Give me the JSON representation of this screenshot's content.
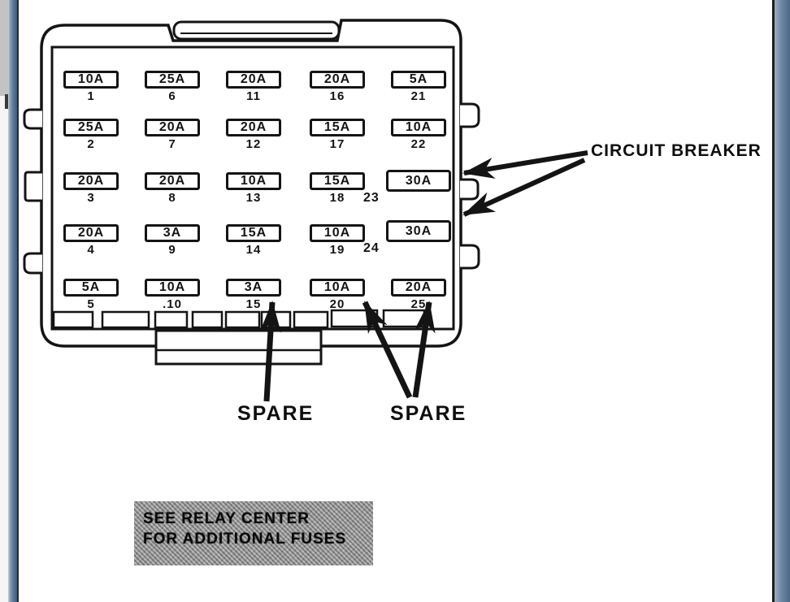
{
  "document": {
    "type": "fuse-box-diagram",
    "colors": {
      "ink": "#141414",
      "scrollbar_blue": "#5e7a99",
      "note_background": "#9a9a9a",
      "gutter_gray": "#c3c3c3"
    }
  },
  "diagram": {
    "labels": {
      "circuit_breaker": "CIRCUIT BREAKER",
      "spare_left": "SPARE",
      "spare_right": "SPARE"
    },
    "note": {
      "line1": "SEE RELAY CENTER",
      "line2": "FOR ADDITIONAL FUSES"
    },
    "fuses": [
      {
        "num": "1",
        "amp": "10A",
        "col": 0,
        "row": 0
      },
      {
        "num": "2",
        "amp": "25A",
        "col": 0,
        "row": 1
      },
      {
        "num": "3",
        "amp": "20A",
        "col": 0,
        "row": 2
      },
      {
        "num": "4",
        "amp": "20A",
        "col": 0,
        "row": 3
      },
      {
        "num": "5",
        "amp": "5A",
        "col": 0,
        "row": 4
      },
      {
        "num": "6",
        "amp": "25A",
        "col": 1,
        "row": 0
      },
      {
        "num": "7",
        "amp": "20A",
        "col": 1,
        "row": 1
      },
      {
        "num": "8",
        "amp": "20A",
        "col": 1,
        "row": 2
      },
      {
        "num": "9",
        "amp": "3A",
        "col": 1,
        "row": 3
      },
      {
        "num": ".10",
        "amp": "10A",
        "col": 1,
        "row": 4
      },
      {
        "num": "11",
        "amp": "20A",
        "col": 2,
        "row": 0
      },
      {
        "num": "12",
        "amp": "20A",
        "col": 2,
        "row": 1
      },
      {
        "num": "13",
        "amp": "10A",
        "col": 2,
        "row": 2
      },
      {
        "num": "14",
        "amp": "15A",
        "col": 2,
        "row": 3
      },
      {
        "num": "15",
        "amp": "3A",
        "col": 2,
        "row": 4
      },
      {
        "num": "16",
        "amp": "20A",
        "col": 3,
        "row": 0
      },
      {
        "num": "17",
        "amp": "15A",
        "col": 3,
        "row": 1
      },
      {
        "num": "18",
        "amp": "15A",
        "col": 3,
        "row": 2
      },
      {
        "num": "19",
        "amp": "10A",
        "col": 3,
        "row": 3
      },
      {
        "num": "20",
        "amp": "10A",
        "col": 3,
        "row": 4
      },
      {
        "num": "21",
        "amp": "5A",
        "col": 4,
        "row": 0
      },
      {
        "num": "22",
        "amp": "10A",
        "col": 4,
        "row": 1
      },
      {
        "num": "23",
        "amp": "30A",
        "col": 4,
        "row": 2,
        "breaker": true
      },
      {
        "num": "24",
        "amp": "30A",
        "col": 4,
        "row": 3,
        "breaker": true
      },
      {
        "num": "25",
        "amp": "20A",
        "col": 4,
        "row": 4
      }
    ]
  }
}
